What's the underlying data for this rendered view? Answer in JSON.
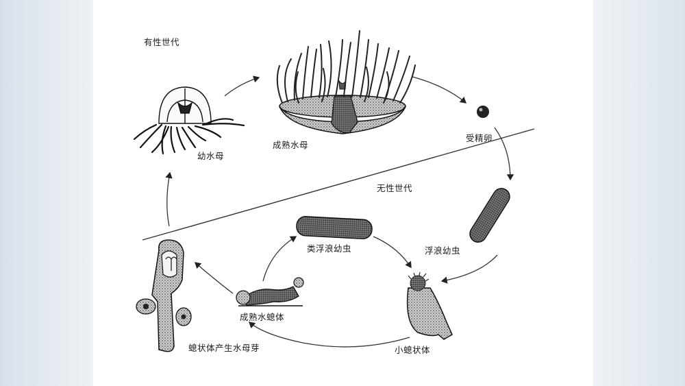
{
  "labels": {
    "sexual_generation": "有性世代",
    "asexual_generation": "无性世代",
    "young_medusa": "幼水母",
    "mature_medusa": "成熟水母",
    "fertilized_egg": "受精卵",
    "planula": "浮浪幼虫",
    "planula_like_larva": "类浮浪幼虫",
    "mature_polyp": "成熟水螅体",
    "small_polyp": "小螅状体",
    "polyp_budding": "螅状体产生水母芽"
  },
  "colors": {
    "ink": "#1a1a1a",
    "stipple": "#6e6e6e",
    "background": "#ffffff",
    "side_panel": "#e3e9ef"
  }
}
